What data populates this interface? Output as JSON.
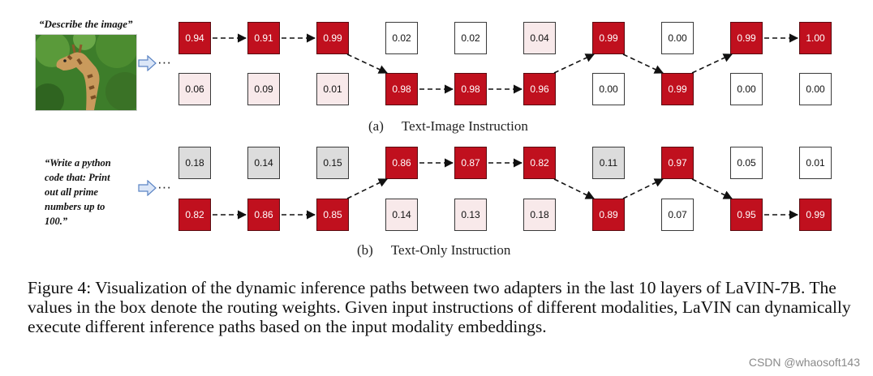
{
  "panel_a": {
    "prompt": "“Describe the image”",
    "subcaption_label": "(a)",
    "subcaption_text": "Text-Image Instruction",
    "top_row": [
      "0.94",
      "0.91",
      "0.99",
      "0.02",
      "0.02",
      "0.04",
      "0.99",
      "0.00",
      "0.99",
      "1.00"
    ],
    "bottom_row": [
      "0.06",
      "0.09",
      "0.01",
      "0.98",
      "0.98",
      "0.96",
      "0.00",
      "0.99",
      "0.00",
      "0.00"
    ],
    "active_path": [
      "top",
      "top",
      "top",
      "bottom",
      "bottom",
      "bottom",
      "top",
      "bottom",
      "top",
      "top"
    ]
  },
  "panel_b": {
    "prompt": "“Write a python\ncode that: Print\nout all prime\nnumbers up to\n100.”",
    "subcaption_label": "(b)",
    "subcaption_text": "Text-Only Instruction",
    "top_row": [
      "0.18",
      "0.14",
      "0.15",
      "0.86",
      "0.87",
      "0.82",
      "0.11",
      "0.97",
      "0.05",
      "0.01"
    ],
    "bottom_row": [
      "0.82",
      "0.86",
      "0.85",
      "0.14",
      "0.13",
      "0.18",
      "0.89",
      "0.07",
      "0.95",
      "0.99"
    ],
    "active_path": [
      "bottom",
      "bottom",
      "bottom",
      "top",
      "top",
      "top",
      "bottom",
      "top",
      "bottom",
      "bottom"
    ]
  },
  "ellipsis": "···",
  "caption": "Figure 4: Visualization of the dynamic inference paths between two adapters in the last 10 layers of LaVIN-7B. The values in the box denote the routing weights. Given input instructions of different modalities, LaVIN can dynamically execute different inference paths based on the input modality embeddings.",
  "watermark": "CSDN @whaosoft143",
  "colors": {
    "high": "#c0101e",
    "low_pink": "#f8e9ea",
    "low_gray": "#dcdcdc",
    "zero": "#ffffff"
  }
}
